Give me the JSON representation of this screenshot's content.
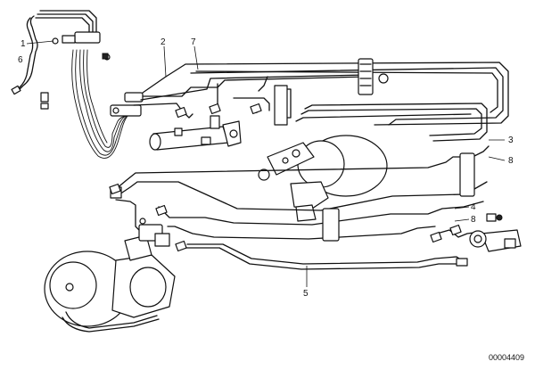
{
  "callouts": [
    {
      "id": "c1",
      "label": "1"
    },
    {
      "id": "c2",
      "label": "2"
    },
    {
      "id": "c3",
      "label": "3"
    },
    {
      "id": "c4",
      "label": "4"
    },
    {
      "id": "c5",
      "label": "5"
    },
    {
      "id": "c6",
      "label": "6"
    },
    {
      "id": "c7",
      "label": "7"
    },
    {
      "id": "c8",
      "label": "8"
    },
    {
      "id": "c9",
      "label": "8"
    }
  ],
  "diagram_id": "00004409"
}
